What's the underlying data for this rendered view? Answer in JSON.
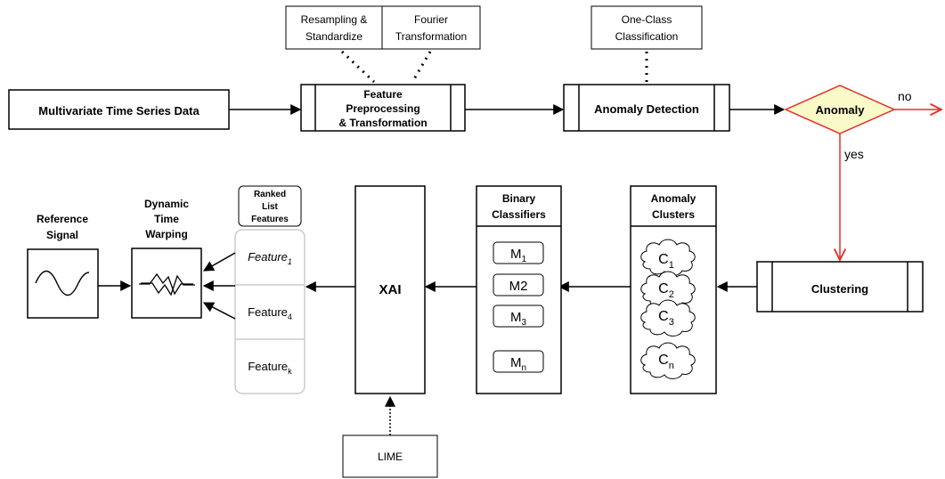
{
  "nodes": {
    "input": "Multivariate Time Series Data",
    "preprocess": [
      "Feature",
      "Preprocessing",
      "& Transformation"
    ],
    "resampling": [
      "Resampling &",
      "Standardize"
    ],
    "fourier": [
      "Fourier",
      "Transformation"
    ],
    "one_class": [
      "One-Class",
      "Classification"
    ],
    "anomaly_detection": "Anomaly Detection",
    "anomaly_decision": "Anomaly",
    "edge_no": "no",
    "edge_yes": "yes",
    "clustering": "Clustering",
    "anomaly_clusters_title": [
      "Anomaly",
      "Clusters"
    ],
    "clusters": [
      {
        "base": "C",
        "sub": "1"
      },
      {
        "base": "C",
        "sub": "2"
      },
      {
        "base": "C",
        "sub": "3"
      },
      {
        "base": "C",
        "sub": "n"
      }
    ],
    "binary_title": [
      "Binary",
      "Classifiers"
    ],
    "models": [
      {
        "base": "M",
        "sub": "1"
      },
      {
        "base": "M2",
        "sub": ""
      },
      {
        "base": "M",
        "sub": "3"
      },
      {
        "base": "M",
        "sub": "n"
      }
    ],
    "xai": "XAI",
    "lime": "LIME",
    "ranked_title": [
      "Ranked",
      "List",
      "Features"
    ],
    "features": [
      {
        "base": "Feature",
        "sub": "1"
      },
      {
        "base": "Feature",
        "sub": "4"
      },
      {
        "base": "Feature",
        "sub": "k"
      }
    ],
    "dtw_title": [
      "Dynamic",
      "Time",
      "Warping"
    ],
    "reference_title": [
      "Reference",
      "Signal"
    ]
  },
  "colors": {
    "decision_fill": "#fafac8",
    "decision_stroke": "#e0302a",
    "yes_no_edges": "#e0302a",
    "ranked_list_stroke": "#cccccc"
  }
}
